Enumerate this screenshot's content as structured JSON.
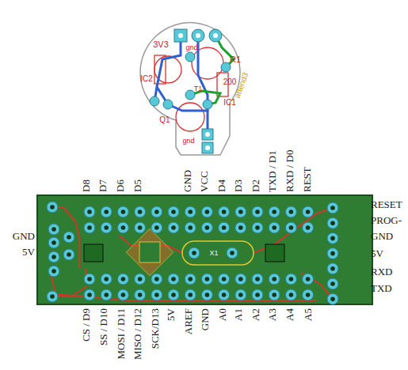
{
  "diagram": {
    "labels": [
      "D8",
      "D7",
      "D6",
      "D5",
      "GND",
      "VCC",
      "D4",
      "D3",
      "D2",
      "TXD / D1",
      "RXD / D0",
      "REST",
      "CS / D9",
      "SS / D10",
      "MOSI / D11",
      "MISO / D12",
      "SCK/D13",
      "5V",
      "AREF",
      "GND",
      "A0",
      "A1",
      "A2",
      "A3",
      "A4",
      "A5",
      "RESET",
      "PROG-",
      "GND",
      "5V",
      "RXD",
      "TXD",
      "GND",
      "5V",
      "3V3",
      "gnd",
      "R1",
      "200",
      "IC2",
      "IC1",
      "attend3",
      "Q1",
      "T1",
      "gnd",
      "X1"
    ]
  }
}
